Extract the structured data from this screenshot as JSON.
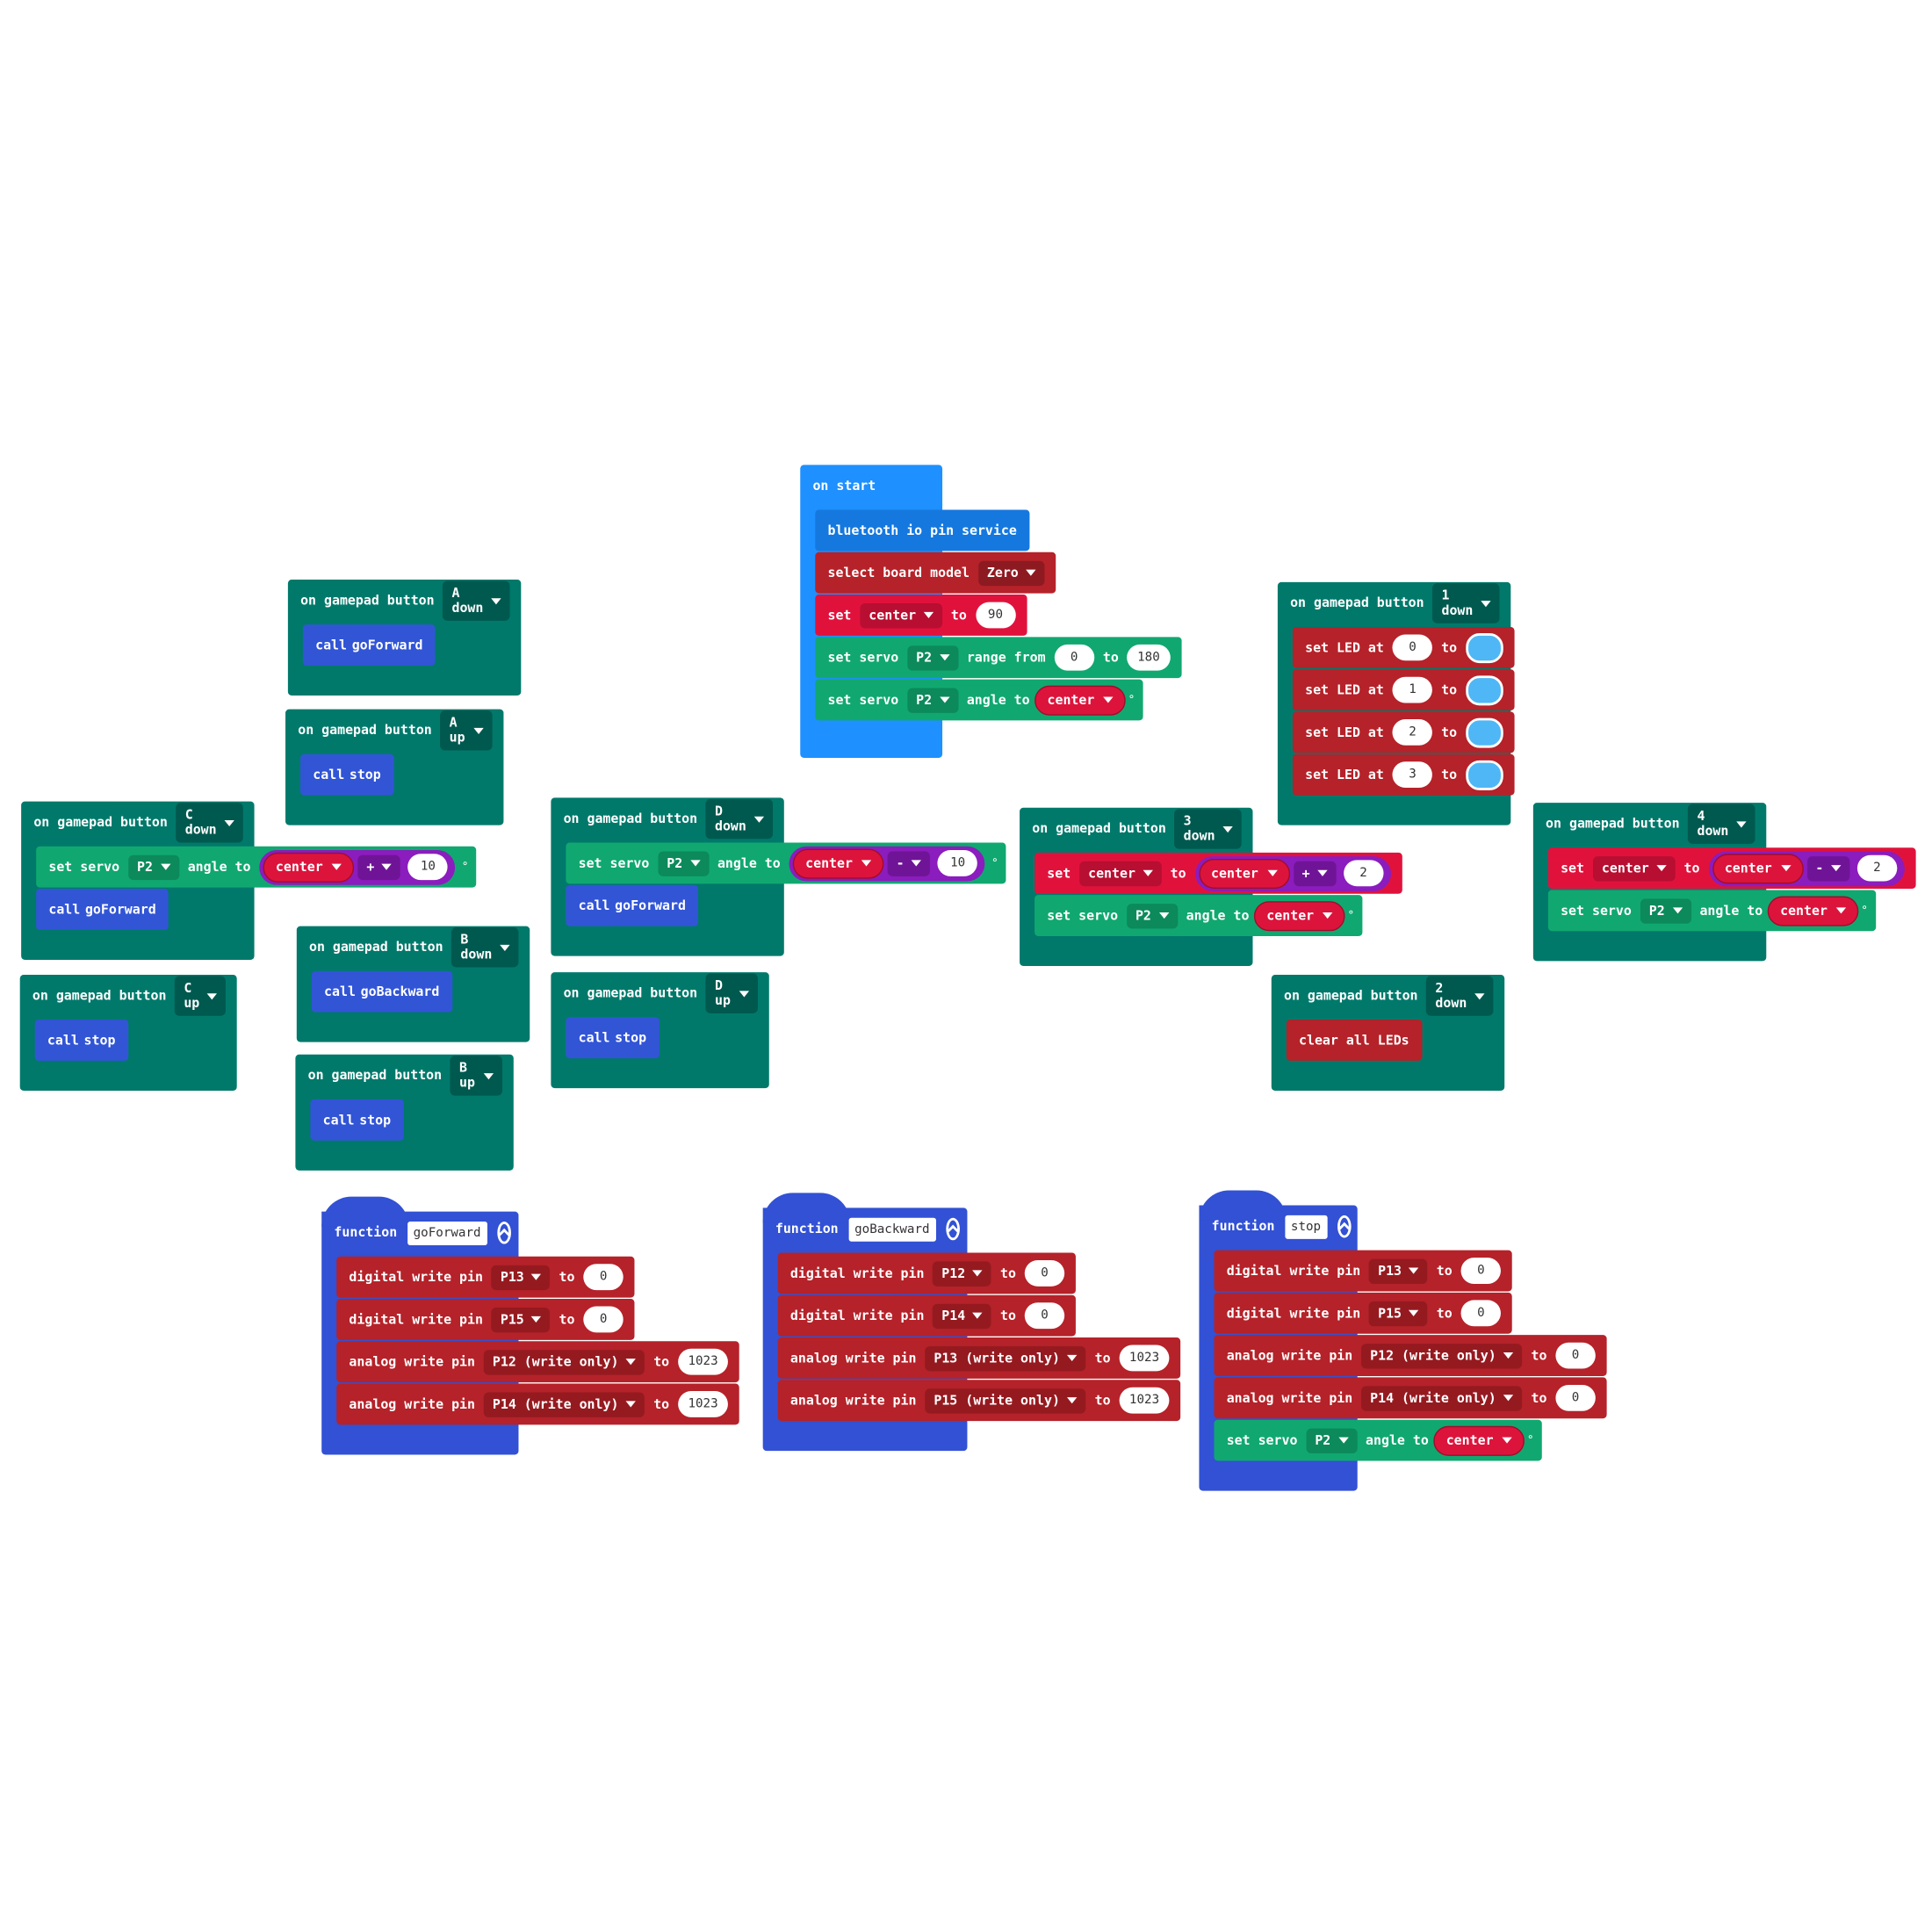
{
  "colors": {
    "gamepad": "#00796b",
    "call": "#3255d6",
    "servo": "#10a870",
    "pins": "#b52229",
    "variable": "#e0123c",
    "math": "#8b1cbd",
    "start": "#1e90ff",
    "bluetooth": "#1578df",
    "function": "#3251d4",
    "led_color": "#4fb7f5"
  },
  "icons": {
    "collapse": "collapse-chevron-icon",
    "dropdown": "caret-down-icon"
  },
  "txt": {
    "on_gamepad_button": "on gamepad button",
    "call": "call",
    "set_servo": "set servo",
    "angle_to": "angle to",
    "set": "set",
    "to": "to",
    "deg": "°",
    "function": "function",
    "digital_write_pin": "digital write pin",
    "analog_write_pin": "analog write pin",
    "set_led_at": "set LED at",
    "range_from": "range from"
  },
  "start": {
    "title": "on start",
    "bluetooth": "bluetooth io pin service",
    "select_board": "select board model",
    "board": "Zero",
    "var": "center",
    "value": "90",
    "range_min": "0",
    "range_max": "180",
    "pin": "P2"
  },
  "A_down": {
    "button": "A down",
    "fn": "goForward"
  },
  "A_up": {
    "button": "A up",
    "fn": "stop"
  },
  "C_down": {
    "button": "C down",
    "pin": "P2",
    "var": "center",
    "op": "+",
    "val": "10",
    "fn": "goForward"
  },
  "C_up": {
    "button": "C up",
    "fn": "stop"
  },
  "B_down": {
    "button": "B down",
    "fn": "goBackward"
  },
  "B_up": {
    "button": "B up",
    "fn": "stop"
  },
  "D_down": {
    "button": "D down",
    "pin": "P2",
    "var": "center",
    "op": "-",
    "val": "10",
    "fn": "goForward"
  },
  "D_up": {
    "button": "D up",
    "fn": "stop"
  },
  "b3_down": {
    "button": "3 down",
    "var": "center",
    "op": "+",
    "val": "2",
    "pin": "P2"
  },
  "b1_down": {
    "button": "1 down",
    "leds": [
      "0",
      "1",
      "2",
      "3"
    ]
  },
  "b2_down": {
    "button": "2 down",
    "action": "clear all LEDs"
  },
  "b4_down": {
    "button": "4 down",
    "var": "center",
    "op": "-",
    "val": "2",
    "pin": "P2"
  },
  "goForward": {
    "name": "goForward",
    "d1pin": "P13",
    "d1val": "0",
    "d2pin": "P15",
    "d2val": "0",
    "a1pin": "P12 (write only)",
    "a1val": "1023",
    "a2pin": "P14 (write only)",
    "a2val": "1023"
  },
  "goBackward": {
    "name": "goBackward",
    "d1pin": "P12",
    "d1val": "0",
    "d2pin": "P14",
    "d2val": "0",
    "a1pin": "P13 (write only)",
    "a1val": "1023",
    "a2pin": "P15 (write only)",
    "a2val": "1023"
  },
  "stop": {
    "name": "stop",
    "d1pin": "P13",
    "d1val": "0",
    "d2pin": "P15",
    "d2val": "0",
    "a1pin": "P12 (write only)",
    "a1val": "0",
    "a2pin": "P14 (write only)",
    "a2val": "0",
    "servo_pin": "P2",
    "var": "center"
  }
}
